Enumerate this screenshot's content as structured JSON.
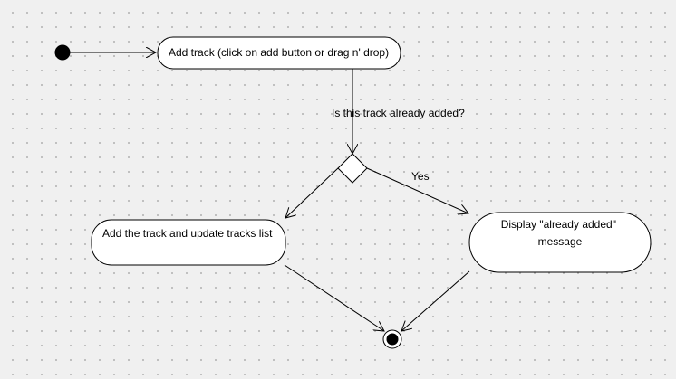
{
  "diagram": {
    "nodes": {
      "add_track": {
        "label": "Add track (click on add button or drag n' drop)"
      },
      "add_and_update": {
        "label": "Add the track and update tracks list"
      },
      "display_message": {
        "line1": "Display \"already added\"",
        "line2": "message"
      }
    },
    "edges": {
      "question_label": "Is this track already added?",
      "yes_label": "Yes"
    }
  }
}
